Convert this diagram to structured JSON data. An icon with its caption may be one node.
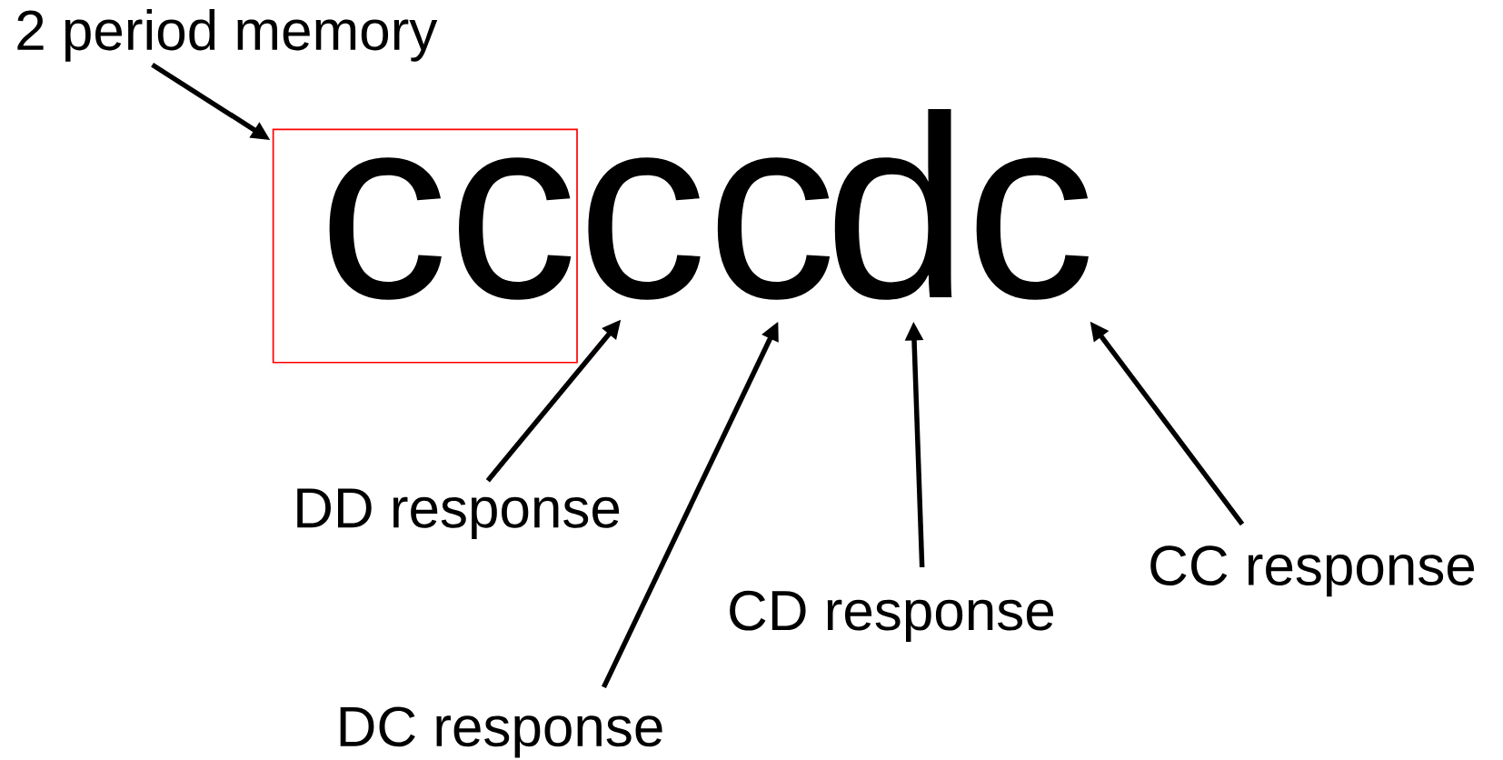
{
  "diagram": {
    "nodes": [
      {
        "text": [
          "2 period memory"
        ]
      },
      {
        "text": [],
        "shape": "box"
      },
      {
        "text": [
          "c"
        ],
        "in": 1
      },
      {
        "text": [
          "c"
        ],
        "in": 1
      },
      {
        "text": [
          "c"
        ]
      },
      {
        "text": [
          "c"
        ]
      },
      {
        "text": [
          "d"
        ]
      },
      {
        "text": [
          "c"
        ]
      },
      {
        "text": [
          "DD response"
        ]
      },
      {
        "text": [
          "DC response"
        ]
      },
      {
        "text": [
          "CD response"
        ]
      },
      {
        "text": [
          "CC response"
        ]
      }
    ],
    "edges": [
      {
        "from": 0,
        "to": 1,
        "arrow": "to"
      },
      {
        "from": 8,
        "to": 4,
        "arrow": "to"
      },
      {
        "from": 9,
        "to": 5,
        "arrow": "to"
      },
      {
        "from": 10,
        "to": 6,
        "arrow": "to"
      },
      {
        "from": 11,
        "to": 7,
        "arrow": "to"
      }
    ]
  }
}
